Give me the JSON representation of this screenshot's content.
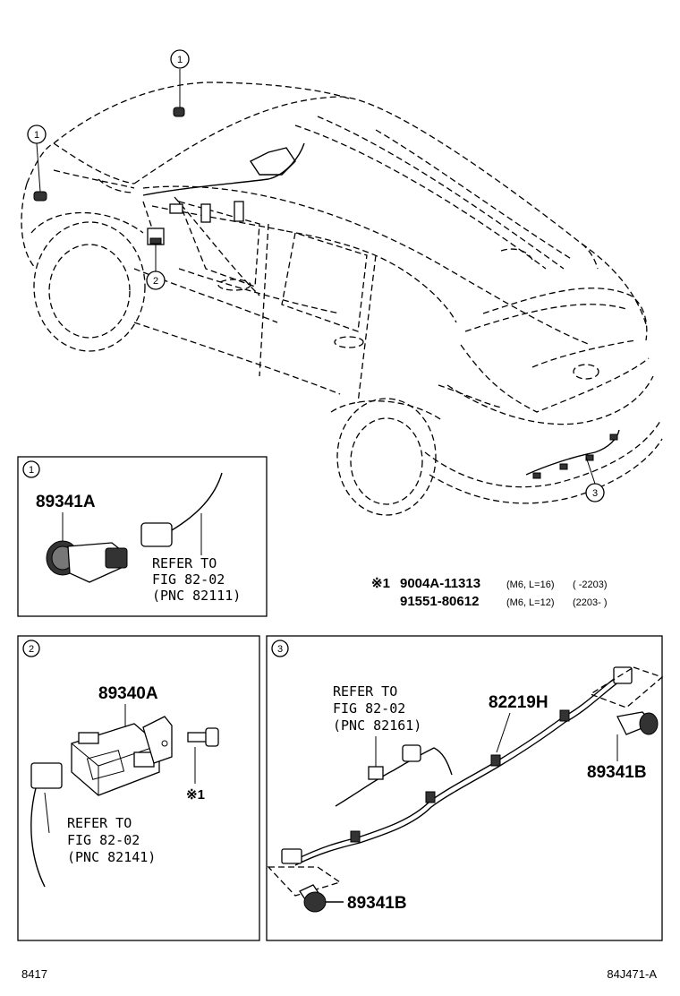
{
  "callouts": {
    "c1": "1",
    "c2": "2",
    "c3": "3"
  },
  "panel1": {
    "badge": "1",
    "part": "89341A",
    "ref_line1": "REFER TO",
    "ref_line2": "FIG 82-02",
    "ref_line3": "(PNC 82111)"
  },
  "note": {
    "mark": "※1",
    "line1_part": "9004A-11313",
    "line1_spec": "(M6, L=16)",
    "line1_range": "(      -2203)",
    "line2_part": "91551-80612",
    "line2_spec": "(M6, L=12)",
    "line2_range": "(2203-      )"
  },
  "panel2": {
    "badge": "2",
    "part": "89340A",
    "bolt_mark": "※1",
    "ref_line1": "REFER TO",
    "ref_line2": "FIG 82-02",
    "ref_line3": "(PNC 82141)"
  },
  "panel3": {
    "badge": "3",
    "ref_line1": "REFER TO",
    "ref_line2": "FIG 82-02",
    "ref_line3": "(PNC 82161)",
    "harness": "82219H",
    "sensor_right": "89341B",
    "sensor_bottom": "89341B"
  },
  "footer": {
    "left": "8417",
    "right": "84J471-A"
  },
  "icons": [
    "circled-number-badge",
    "reference-mark"
  ]
}
